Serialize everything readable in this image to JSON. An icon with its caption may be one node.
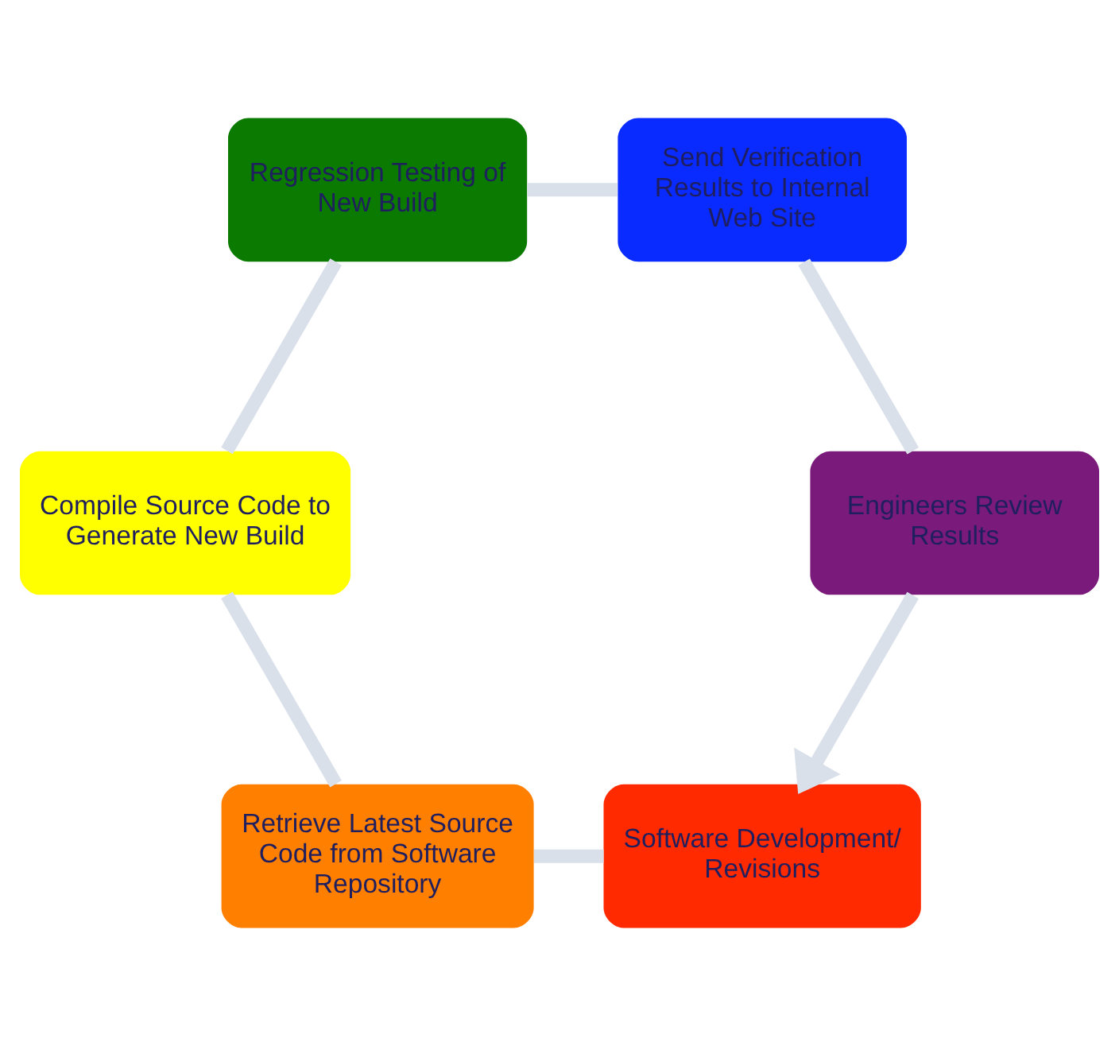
{
  "diagram": {
    "nodes": [
      {
        "text": [
          "Software Development/ Revisions"
        ]
      },
      {
        "text": [
          "Retrieve Latest Source Code from Software Repository"
        ]
      },
      {
        "text": [
          "Compile Source Code to Generate New Build"
        ]
      },
      {
        "text": [
          "Regression Testing of New Build"
        ]
      },
      {
        "text": [
          "Send Verification Results to Internal Web Site"
        ]
      },
      {
        "text": [
          "Engineers Review Results"
        ]
      }
    ],
    "edges": [
      {
        "from": 0,
        "to": 1,
        "arrow": "none"
      },
      {
        "from": 1,
        "to": 2,
        "arrow": "none"
      },
      {
        "from": 2,
        "to": 3,
        "arrow": "none"
      },
      {
        "from": 3,
        "to": 4,
        "arrow": "none"
      },
      {
        "from": 4,
        "to": 5,
        "arrow": "none"
      },
      {
        "from": 5,
        "to": 0,
        "arrow": "to"
      }
    ]
  }
}
